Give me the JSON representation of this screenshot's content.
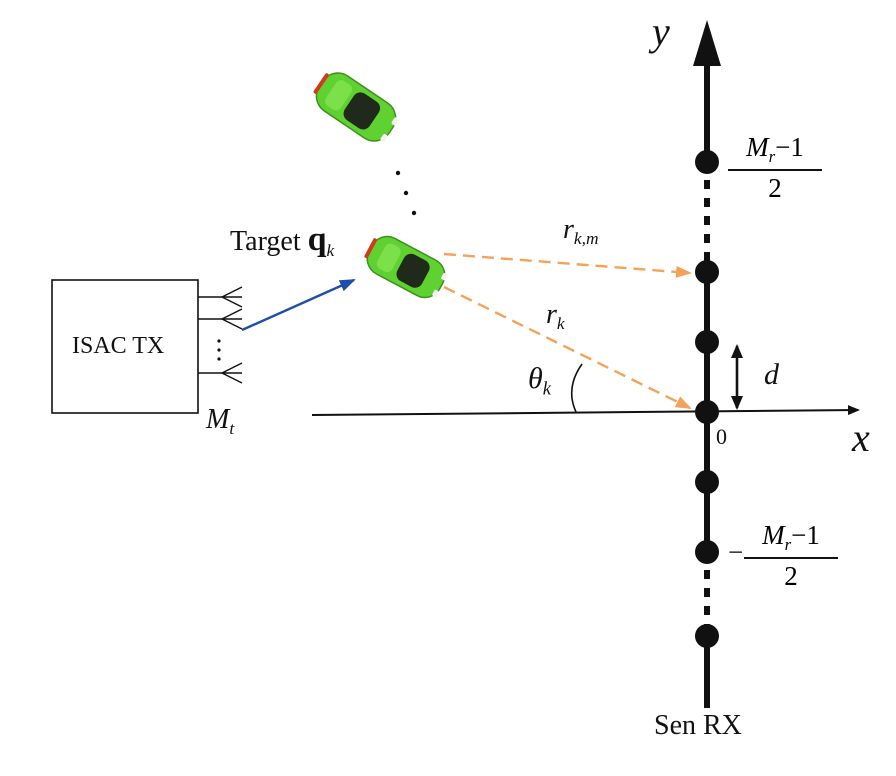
{
  "tx": {
    "label": "ISAC TX",
    "antenna_count_label": "M",
    "antenna_count_sub": "t"
  },
  "target": {
    "label": "Target",
    "symbol": "q",
    "symbol_sub": "k"
  },
  "axes": {
    "x_label": "x",
    "y_label": "y",
    "origin_label": "0"
  },
  "rx": {
    "label": "Sen RX",
    "top_index": {
      "numerator": "M",
      "numerator_sub": "r",
      "numerator_tail": "−1",
      "denominator": "2"
    },
    "bottom_index": {
      "sign": "−",
      "numerator": "M",
      "numerator_sub": "r",
      "numerator_tail": "−1",
      "denominator": "2"
    },
    "spacing_label": "d"
  },
  "paths": {
    "to_element": {
      "symbol": "r",
      "sub": "k,m"
    },
    "to_origin": {
      "symbol": "r",
      "sub": "k"
    },
    "angle": {
      "symbol": "θ",
      "sub": "k"
    }
  },
  "colors": {
    "car_body": "#5fd130",
    "car_dark": "#1f2a1a",
    "car_trim": "#d23a1e",
    "tx_arrow": "#1f4ea8",
    "dashed_path": "#f4a25a",
    "ink": "#111111"
  }
}
